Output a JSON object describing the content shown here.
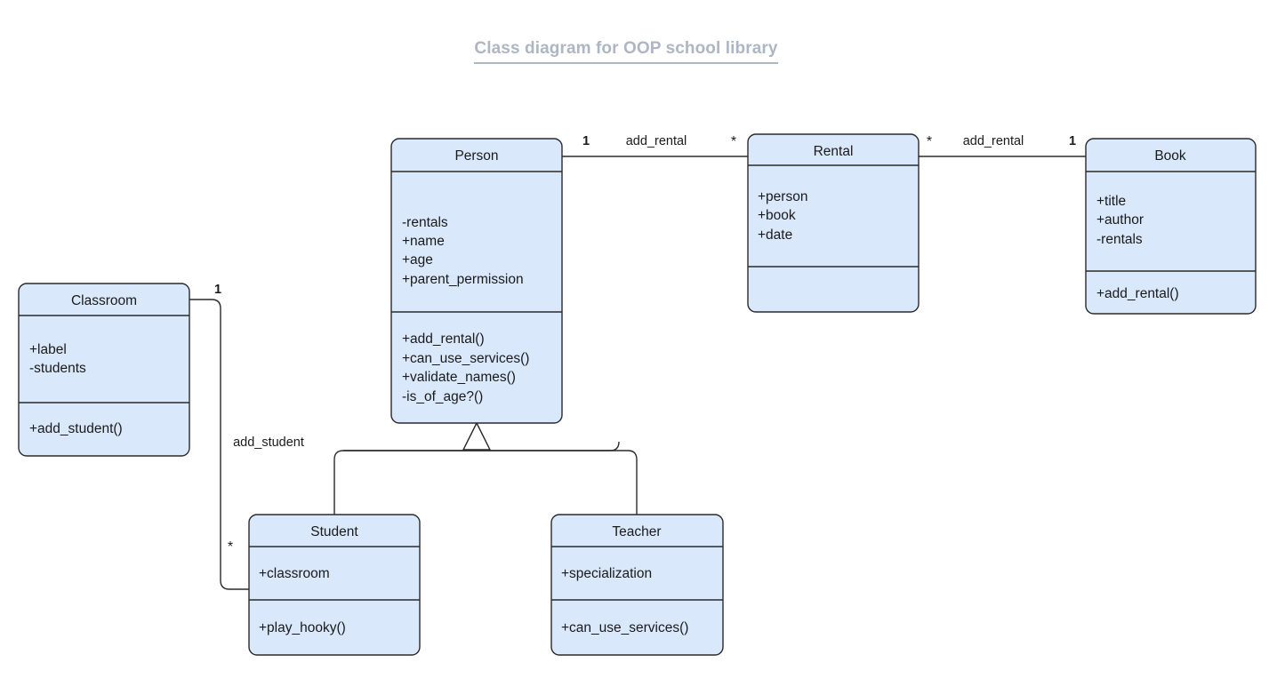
{
  "diagram": {
    "title": "Class diagram for OOP school library",
    "title_color": "#aeb6c4",
    "box_fill": "#dae8fc",
    "box_stroke": "#2a2a2a",
    "classes": {
      "classroom": {
        "name": "Classroom",
        "attributes": [
          "+label",
          "-students"
        ],
        "methods": [
          "+add_student()"
        ]
      },
      "person": {
        "name": "Person",
        "attributes": [
          "-rentals",
          "+name",
          "+age",
          "+parent_permission"
        ],
        "methods": [
          "+add_rental()",
          "+can_use_services()",
          "+validate_names()",
          "-is_of_age?()"
        ]
      },
      "rental": {
        "name": "Rental",
        "attributes": [
          "+person",
          "+book",
          "+date"
        ],
        "methods": []
      },
      "book": {
        "name": "Book",
        "attributes": [
          "+title",
          "+author",
          "-rentals"
        ],
        "methods": [
          "+add_rental()"
        ]
      },
      "student": {
        "name": "Student",
        "attributes": [
          "+classroom"
        ],
        "methods": [
          "+play_hooky()"
        ]
      },
      "teacher": {
        "name": "Teacher",
        "attributes": [
          "+specialization"
        ],
        "methods": [
          "+can_use_services()"
        ]
      }
    },
    "relationships": {
      "person_rental": {
        "label": "add_rental",
        "source_multiplicity": "1",
        "target_multiplicity": "*"
      },
      "rental_book": {
        "label": "add_rental",
        "source_multiplicity": "*",
        "target_multiplicity": "1"
      },
      "classroom_student": {
        "label": "add_student",
        "source_multiplicity": "1",
        "target_multiplicity": "*"
      },
      "person_student": {
        "label": "",
        "type": "generalization"
      },
      "person_teacher": {
        "label": "",
        "type": "generalization"
      }
    }
  }
}
